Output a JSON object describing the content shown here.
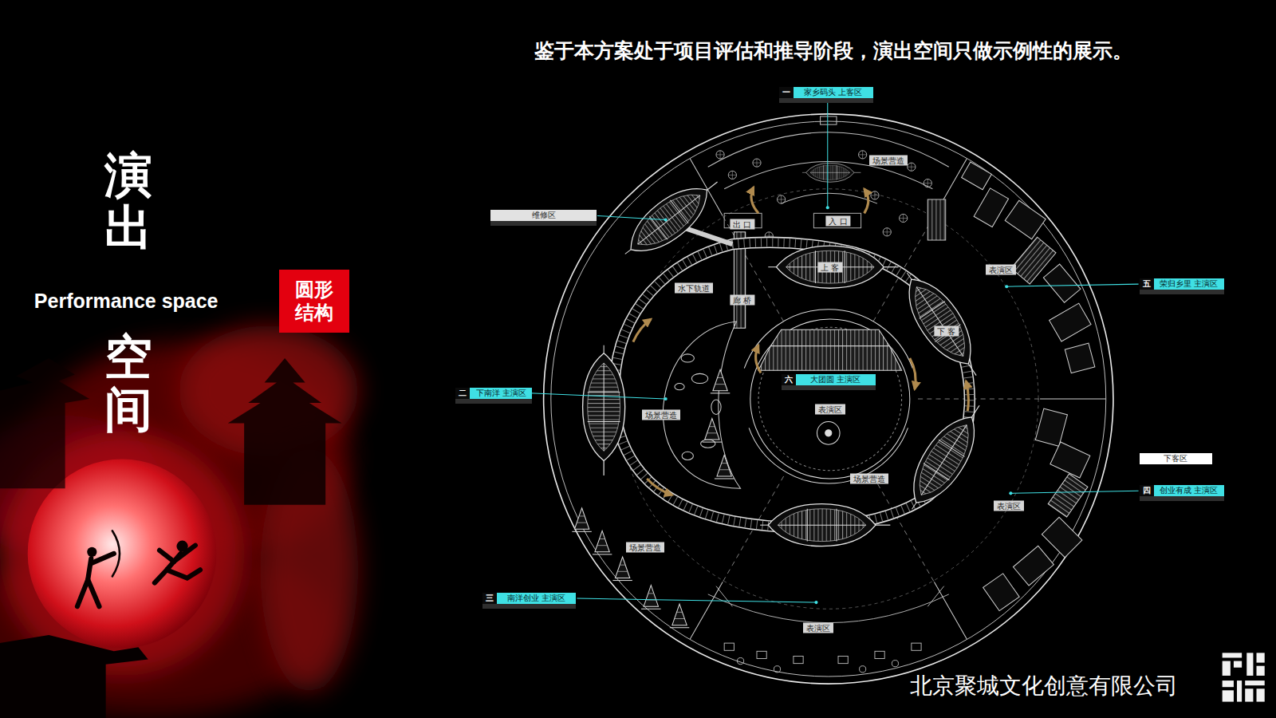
{
  "diagram": {
    "title": "鉴于本方案处于项目评估和推导阶段，演出空间只做示例性的展示。",
    "nodes": [
      {
        "text": [
          "一",
          "家乡码头 上客区"
        ]
      },
      {
        "text": [
          "维修区"
        ]
      },
      {
        "text": [
          "五",
          "荣归乡里 主演区"
        ]
      },
      {
        "text": [
          "圆形结构"
        ]
      },
      {
        "text": [
          "二",
          "下南洋 主演区"
        ]
      },
      {
        "text": [
          "六",
          "大团圆 主演区"
        ]
      },
      {
        "text": [
          "下客区"
        ]
      },
      {
        "text": [
          "四",
          "创业有成 主演区"
        ]
      },
      {
        "text": [
          "三",
          "南洋创业 主演区"
        ]
      }
    ],
    "labels": [
      "演出",
      "Performance space",
      "空间",
      "场景营造",
      "入 口",
      "出 口",
      "上 客",
      "表演区",
      "水下轨道",
      "廊 桥",
      "下 客",
      "表演区",
      "场景营造",
      "场景营造",
      "表演区",
      "场景营造",
      "表演区",
      "北京聚城文化创意有限公司"
    ]
  }
}
